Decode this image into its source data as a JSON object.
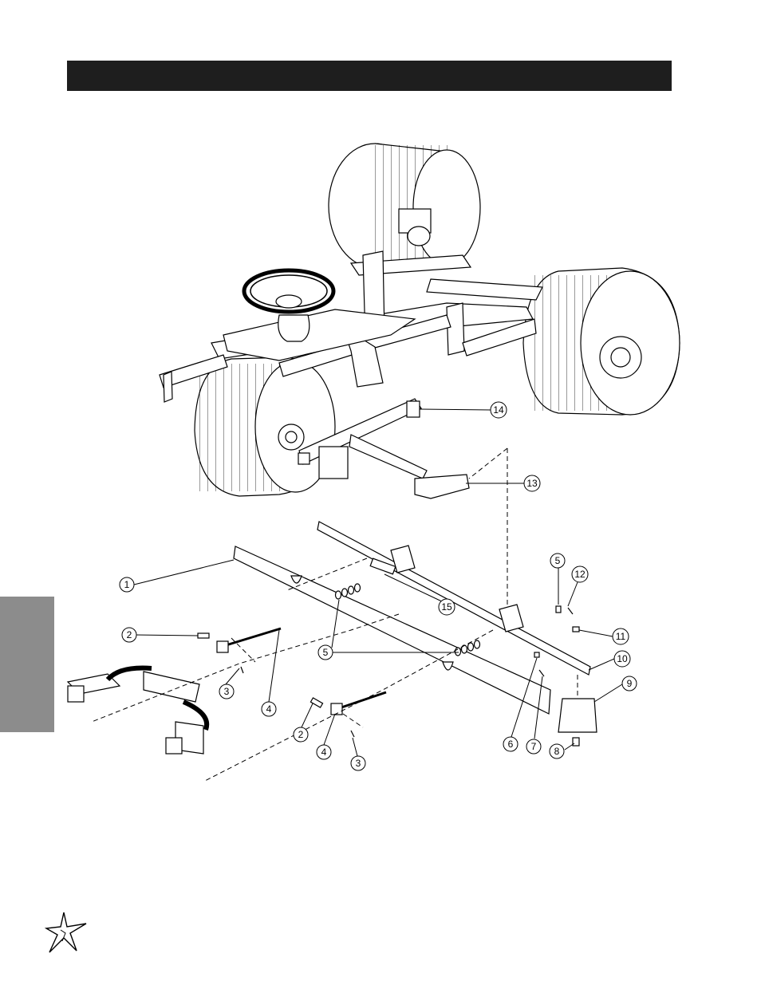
{
  "header": {
    "title": ""
  },
  "callouts": [
    {
      "id": "c1",
      "label": "1"
    },
    {
      "id": "c2a",
      "label": "2"
    },
    {
      "id": "c2b",
      "label": "2"
    },
    {
      "id": "c3a",
      "label": "3"
    },
    {
      "id": "c3b",
      "label": "3"
    },
    {
      "id": "c4a",
      "label": "4"
    },
    {
      "id": "c4b",
      "label": "4"
    },
    {
      "id": "c5a",
      "label": "5"
    },
    {
      "id": "c5b",
      "label": "5"
    },
    {
      "id": "c6",
      "label": "6"
    },
    {
      "id": "c7",
      "label": "7"
    },
    {
      "id": "c8",
      "label": "8"
    },
    {
      "id": "c9",
      "label": "9"
    },
    {
      "id": "c10",
      "label": "10"
    },
    {
      "id": "c11",
      "label": "11"
    },
    {
      "id": "c12",
      "label": "12"
    },
    {
      "id": "c13",
      "label": "13"
    },
    {
      "id": "c14",
      "label": "14"
    },
    {
      "id": "c15",
      "label": "15"
    }
  ],
  "icons": {
    "logo": "star-burst-logo-icon"
  }
}
